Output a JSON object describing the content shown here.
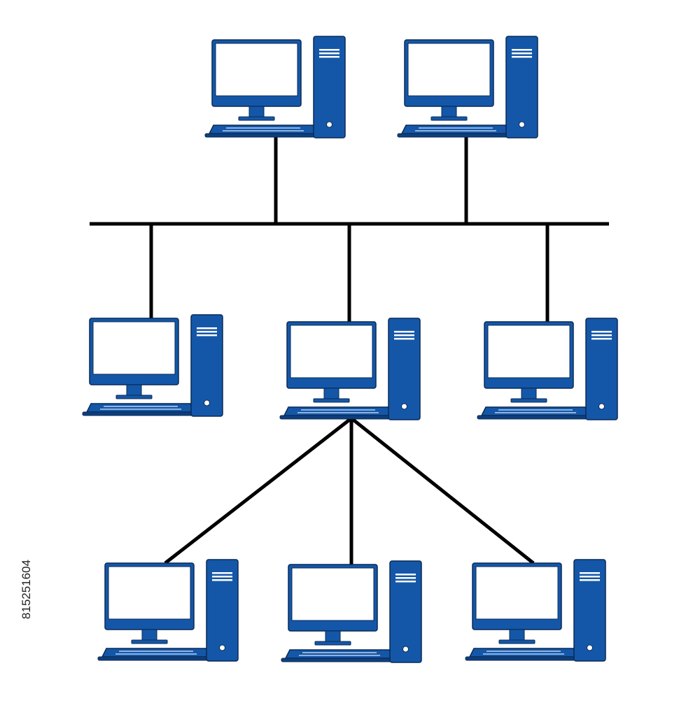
{
  "diagram": {
    "type": "hybrid network topology (bus + star)",
    "node_count": 8,
    "hub_node": "computer-mid-center",
    "bus_nodes": [
      "computer-top-left",
      "computer-top-right",
      "computer-mid-left",
      "computer-mid-center",
      "computer-mid-right"
    ],
    "star_nodes": [
      "computer-bottom-left",
      "computer-bottom-center",
      "computer-bottom-right"
    ]
  },
  "colors": {
    "device_blue": "#1457a8",
    "device_outline": "#0a2a55",
    "screen": "#ffffff",
    "cable": "#000000",
    "background": "#ffffff"
  },
  "icons": {
    "computer": "desktop-computer-icon",
    "monitor": "monitor-icon",
    "tower": "computer-tower-icon",
    "keyboard": "keyboard-icon"
  },
  "watermark": {
    "stock_id": "815251604"
  }
}
